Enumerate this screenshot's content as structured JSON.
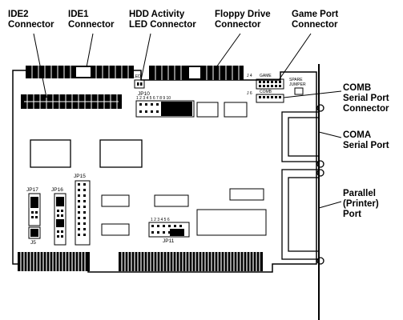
{
  "callouts": {
    "ide2": "IDE2\nConnector",
    "ide1": "IDE1\nConnector",
    "hdd": "HDD Activity\nLED Connector",
    "floppy": "Floppy Drive\nConnector",
    "game": "Game Port\nConnector",
    "comb": "COMB\nSerial Port\nConnector",
    "coma": "COMA\nSerial Port",
    "parallel": "Parallel\n(Printer)\nPort"
  },
  "board_labels": {
    "jp10": "JP10",
    "jp10_pins": "1 2 3 4 5 6 7 8 9 10",
    "jp15": "JP15",
    "jp17": "JP17",
    "jp16": "JP16",
    "jp11": "JP11",
    "jp11_pins": "1 2 3 4 5 6",
    "j5": "J5",
    "led": "LED",
    "j4": "J 4",
    "game": "GAME",
    "comb": "COMB",
    "j6": "J 6",
    "spare_jumper": "SPARE\nJUMPER"
  }
}
